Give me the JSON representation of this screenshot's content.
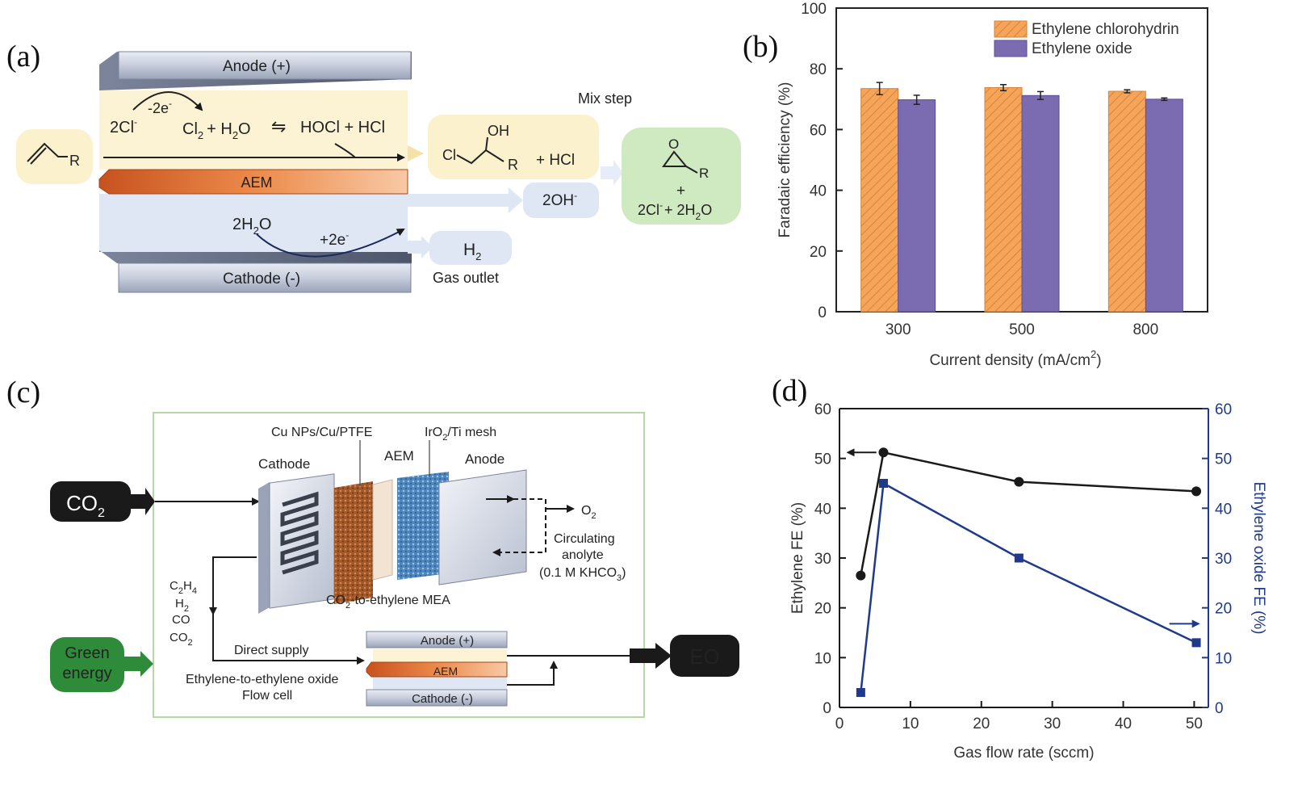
{
  "panel_letters": {
    "a": "(a)",
    "b": "(b)",
    "c": "(c)",
    "d": "(d)"
  },
  "panel_a": {
    "anode": "Anode (+)",
    "cathode": "Cathode (-)",
    "aem": "AEM",
    "minus_2e": "-2e",
    "sup_minus": "-",
    "reaction_2cl": "2Cl",
    "reaction_cl2": "Cl",
    "sub_2": "2",
    "reaction_h2o": "+ H",
    "sub_o": "O",
    "equilibrium": "⇋",
    "reaction_hocl": "HOCl + HCl",
    "alkene_r": "R",
    "chlorohydrin_cl": "Cl",
    "chlorohydrin_oh": "OH",
    "chlorohydrin_r": "R",
    "plus_hcl": "+ HCl",
    "mix_step": "Mix step",
    "epoxide_o": "O",
    "epoxide_r": "R",
    "plus": "+",
    "product_side": "2Cl",
    "product_side_b": "+ 2H",
    "hydroxide": "2OH",
    "water_2h": "2H",
    "plus_2e": "+2e",
    "h2": "H",
    "gas_outlet": "Gas outlet"
  },
  "panel_c": {
    "co2": "CO",
    "co2_sub": "2",
    "green_energy_1": "Green",
    "green_energy_2": "energy",
    "cu_label": "Cu NPs/Cu/PTFE",
    "iro2_label": "IrO",
    "iro2_rest": "/Ti mesh",
    "cathode": "Cathode",
    "aem": "AEM",
    "anode": "Anode",
    "o2": "O",
    "circ_1": "Circulating",
    "circ_2": "anolyte",
    "circ_3": "(0.1 M KHCO",
    "circ_3_end": ")",
    "mea_label": "CO",
    "mea_rest": "-to-ethylene MEA",
    "gas_c2h4": "C",
    "gas_h2": "H",
    "gas_co": "CO",
    "gas_co2": "CO",
    "direct_supply": "Direct supply",
    "flow_1": "Ethylene-to-ethylene oxide",
    "flow_2": "Flow cell",
    "small_anode": "Anode (+)",
    "small_aem": "AEM",
    "small_cathode": "Cathode (-)",
    "eo": "EO",
    "sub_2": "2",
    "sub_4": "4",
    "sub_3": "3"
  },
  "colors": {
    "orange": "#f5a55a",
    "purple": "#7b6bb0",
    "navy": "#1f3a8a",
    "green_box": "#2e8b3a",
    "anolyte_yellow": "#fbf3d3",
    "catholyte_blue": "#dfe6f4",
    "aem_orange": "#e07a3c"
  },
  "chart_data": [
    {
      "type": "bar",
      "ylabel": "Faradaic efficiency (%)",
      "xlabel": "Current density (mA/cm",
      "xlabel_sup": "2",
      "xlabel_end": ")",
      "categories": [
        "300",
        "500",
        "800"
      ],
      "ylim": [
        0,
        100
      ],
      "yticks": [
        "0",
        "20",
        "40",
        "60",
        "80",
        "100"
      ],
      "legend_position": "top-right",
      "series": [
        {
          "name": "Ethylene chlorohydrin",
          "values": [
            73.5,
            73.8,
            72.6
          ],
          "errors": [
            2.0,
            1.0,
            0.5
          ],
          "color": "#f5a55a",
          "hatch": true
        },
        {
          "name": "Ethylene oxide",
          "values": [
            69.8,
            71.2,
            70.0
          ],
          "errors": [
            1.5,
            1.3,
            0.4
          ],
          "color": "#7b6bb0",
          "hatch": false
        }
      ]
    },
    {
      "type": "line",
      "xlabel": "Gas flow rate (sccm)",
      "ylabel_left": "Ethylene FE (%)",
      "ylabel_right": "Ethylene oxide FE (%)",
      "xlim": [
        0,
        52
      ],
      "xticks": [
        "0",
        "10",
        "20",
        "30",
        "40",
        "50"
      ],
      "ylim": [
        0,
        60
      ],
      "yticks": [
        "0",
        "10",
        "20",
        "30",
        "40",
        "50",
        "60"
      ],
      "series": [
        {
          "axis": "left",
          "marker": "circle",
          "color": "#1a1a1a",
          "x": [
            3,
            6.2,
            25.3,
            50.3
          ],
          "y": [
            26.5,
            51.2,
            45.3,
            43.4
          ]
        },
        {
          "axis": "right",
          "marker": "square",
          "color": "#1f3a8a",
          "x": [
            3,
            6.2,
            25.3,
            50.3
          ],
          "y": [
            3,
            45,
            30,
            13
          ]
        }
      ]
    }
  ]
}
